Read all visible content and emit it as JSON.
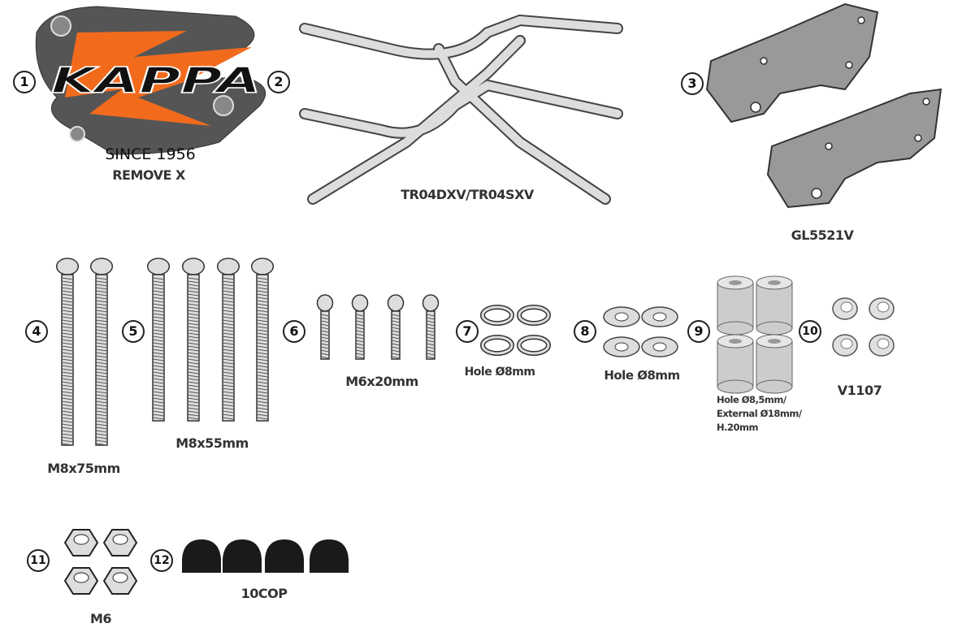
{
  "logo": {
    "brand": "KAPPA",
    "since": "SINCE 1956",
    "brand_color": "#f26b1d"
  },
  "parts": [
    {
      "number": "1",
      "label": "REMOVE X"
    },
    {
      "number": "2",
      "label": "TR04DXV/TR04SXV"
    },
    {
      "number": "3",
      "label": "GL5521V"
    },
    {
      "number": "4",
      "label": "M8x75mm"
    },
    {
      "number": "5",
      "label": "M8x55mm"
    },
    {
      "number": "6",
      "label": "M6x20mm"
    },
    {
      "number": "7",
      "label": "Hole Ø8mm"
    },
    {
      "number": "8",
      "label": "Hole Ø8mm"
    },
    {
      "number": "9",
      "label_lines": [
        "Hole Ø8,5mm/",
        "External Ø18mm/",
        "H.20mm"
      ]
    },
    {
      "number": "10",
      "label": "V1107"
    },
    {
      "number": "11",
      "label": "M6"
    },
    {
      "number": "12",
      "label": "10COP"
    }
  ]
}
